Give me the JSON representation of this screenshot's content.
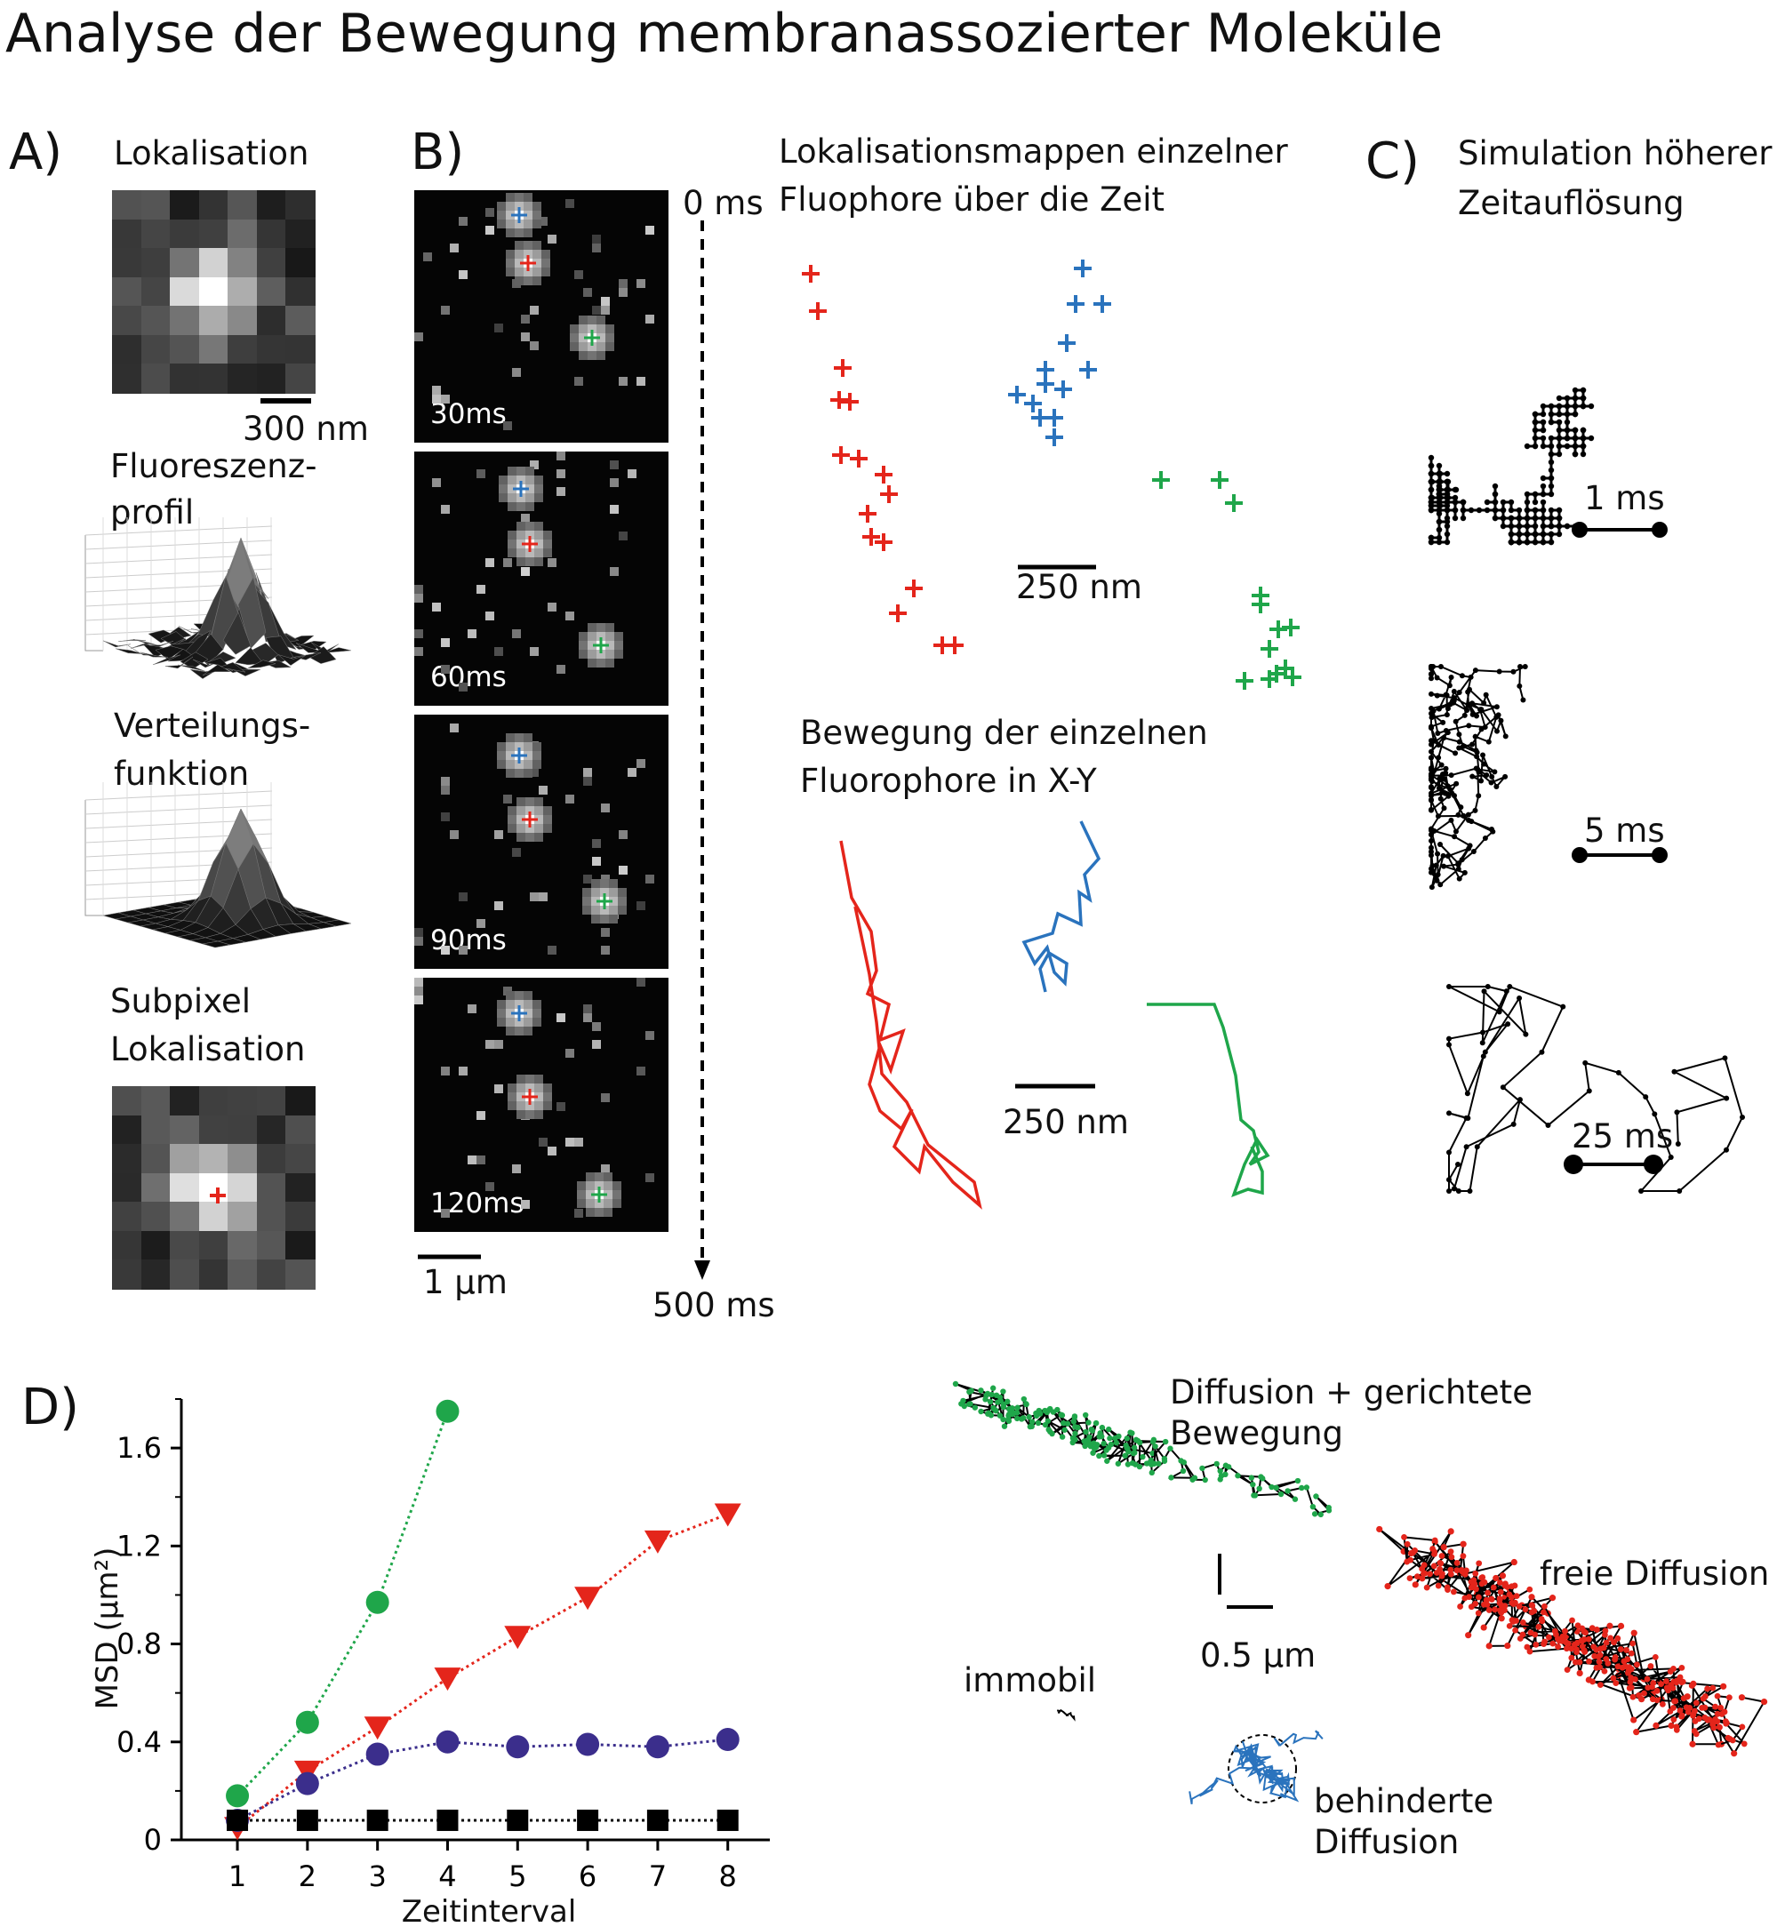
{
  "title": "Analyse der Bewegung membranassozierter Moleküle",
  "panel_a": {
    "letter": "A)",
    "lokalisation": "Lokalisation",
    "scale": "300 nm",
    "profil_1": "Fluoreszenz-",
    "profil_2": "profil",
    "vert_1": "Verteilungs-",
    "vert_2": "funktion",
    "subpixel_1": "Subpixel",
    "subpixel_2": "Lokalisation"
  },
  "panel_b": {
    "letter": "B)",
    "frames": [
      "30ms",
      "60ms",
      "90ms",
      "120ms"
    ],
    "time_start": "0 ms",
    "time_end": "500 ms",
    "scale": "1 µm",
    "map_title_1": "Lokalisationsmappen einzelner",
    "map_title_2": "Fluophore über die Zeit",
    "map_scale": "250 nm",
    "traj_title_1": "Bewegung der einzelnen",
    "traj_title_2": "Fluorophore in X-Y",
    "traj_scale": "250 nm"
  },
  "panel_c": {
    "letter": "C)",
    "title_1": "Simulation höherer",
    "title_2": "Zeitauflösung",
    "scales": [
      "1 ms",
      "5 ms",
      "25 ms"
    ]
  },
  "panel_d": {
    "letter": "D)",
    "labels": {
      "directed_1": "Diffusion + gerichtete",
      "directed_2": "Bewegung",
      "free": "freie Diffusion",
      "immobile": "immobil",
      "confined_1": "behinderte",
      "confined_2": "Diffusion",
      "scale": "0.5 µm"
    }
  },
  "colors": {
    "green": "#1fa64a",
    "red": "#e4251b",
    "blue": "#2a73bd",
    "purple": "#3b2e8c",
    "black": "#000000"
  },
  "chart_data": {
    "type": "line",
    "title": "",
    "xlabel": "Zeitinterval",
    "ylabel": "MSD (µm²)",
    "x": [
      1,
      2,
      3,
      4,
      5,
      6,
      7,
      8
    ],
    "x_ticks": [
      "1",
      "2",
      "3",
      "4",
      "5",
      "6",
      "7",
      "8"
    ],
    "y_ticks": [
      "0",
      "0.4",
      "0.8",
      "1.2",
      "1.6"
    ],
    "xlim": [
      0.2,
      8.6
    ],
    "ylim": [
      0,
      1.8
    ],
    "grid": false,
    "series": [
      {
        "color": "#1fa64a",
        "marker": "circle",
        "values": [
          0.18,
          0.48,
          0.97,
          1.75,
          null,
          null,
          null,
          null
        ]
      },
      {
        "color": "#e4251b",
        "marker": "triangle-down",
        "values": [
          0.05,
          0.28,
          0.46,
          0.66,
          0.83,
          0.99,
          1.22,
          1.33
        ]
      },
      {
        "color": "#3b2e8c",
        "marker": "circle",
        "values": [
          0.08,
          0.23,
          0.35,
          0.4,
          0.38,
          0.39,
          0.38,
          0.41
        ]
      },
      {
        "color": "#000000",
        "marker": "square",
        "values": [
          0.08,
          0.08,
          0.08,
          0.08,
          0.08,
          0.08,
          0.08,
          0.08
        ]
      }
    ]
  }
}
